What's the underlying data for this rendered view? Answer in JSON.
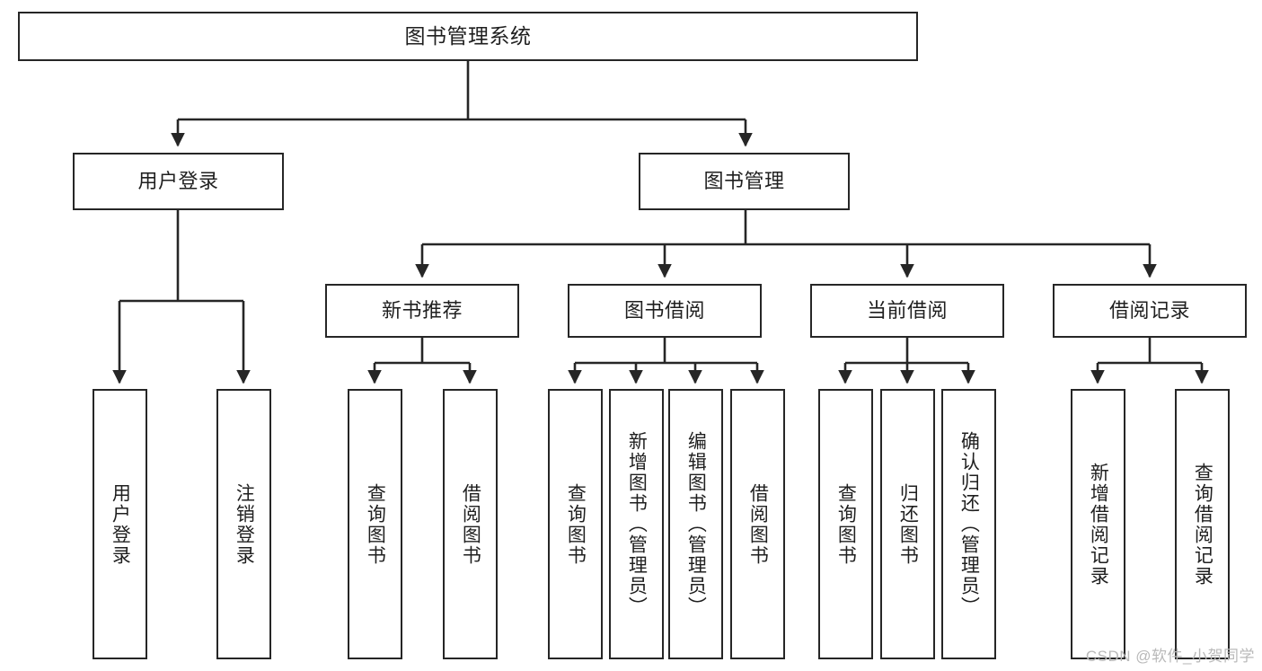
{
  "diagram": {
    "type": "tree-hierarchy",
    "title": "图书管理系统",
    "watermark": "CSDN @软件_小贺同学",
    "colors": {
      "stroke": "#262626",
      "text": "#1f1f1f",
      "background": "#ffffff",
      "watermark": "#b9b9b9"
    },
    "root": {
      "label": "图书管理系统"
    },
    "level2": [
      {
        "label": "用户登录"
      },
      {
        "label": "图书管理"
      }
    ],
    "level3": [
      {
        "label": "新书推荐"
      },
      {
        "label": "图书借阅"
      },
      {
        "label": "当前借阅"
      },
      {
        "label": "借阅记录"
      }
    ],
    "leaves": {
      "user_login": [
        {
          "label": "用户登录"
        },
        {
          "label": "注销登录"
        }
      ],
      "new_book_recommend": [
        {
          "label": "查询图书"
        },
        {
          "label": "借阅图书"
        }
      ],
      "book_borrow": [
        {
          "label": "查询图书"
        },
        {
          "label": "新增图书（管理员）"
        },
        {
          "label": "编辑图书（管理员）"
        },
        {
          "label": "借阅图书"
        }
      ],
      "current_borrow": [
        {
          "label": "查询图书"
        },
        {
          "label": "归还图书"
        },
        {
          "label": "确认归还（管理员）"
        }
      ],
      "borrow_record": [
        {
          "label": "新增借阅记录"
        },
        {
          "label": "查询借阅记录"
        }
      ]
    }
  }
}
